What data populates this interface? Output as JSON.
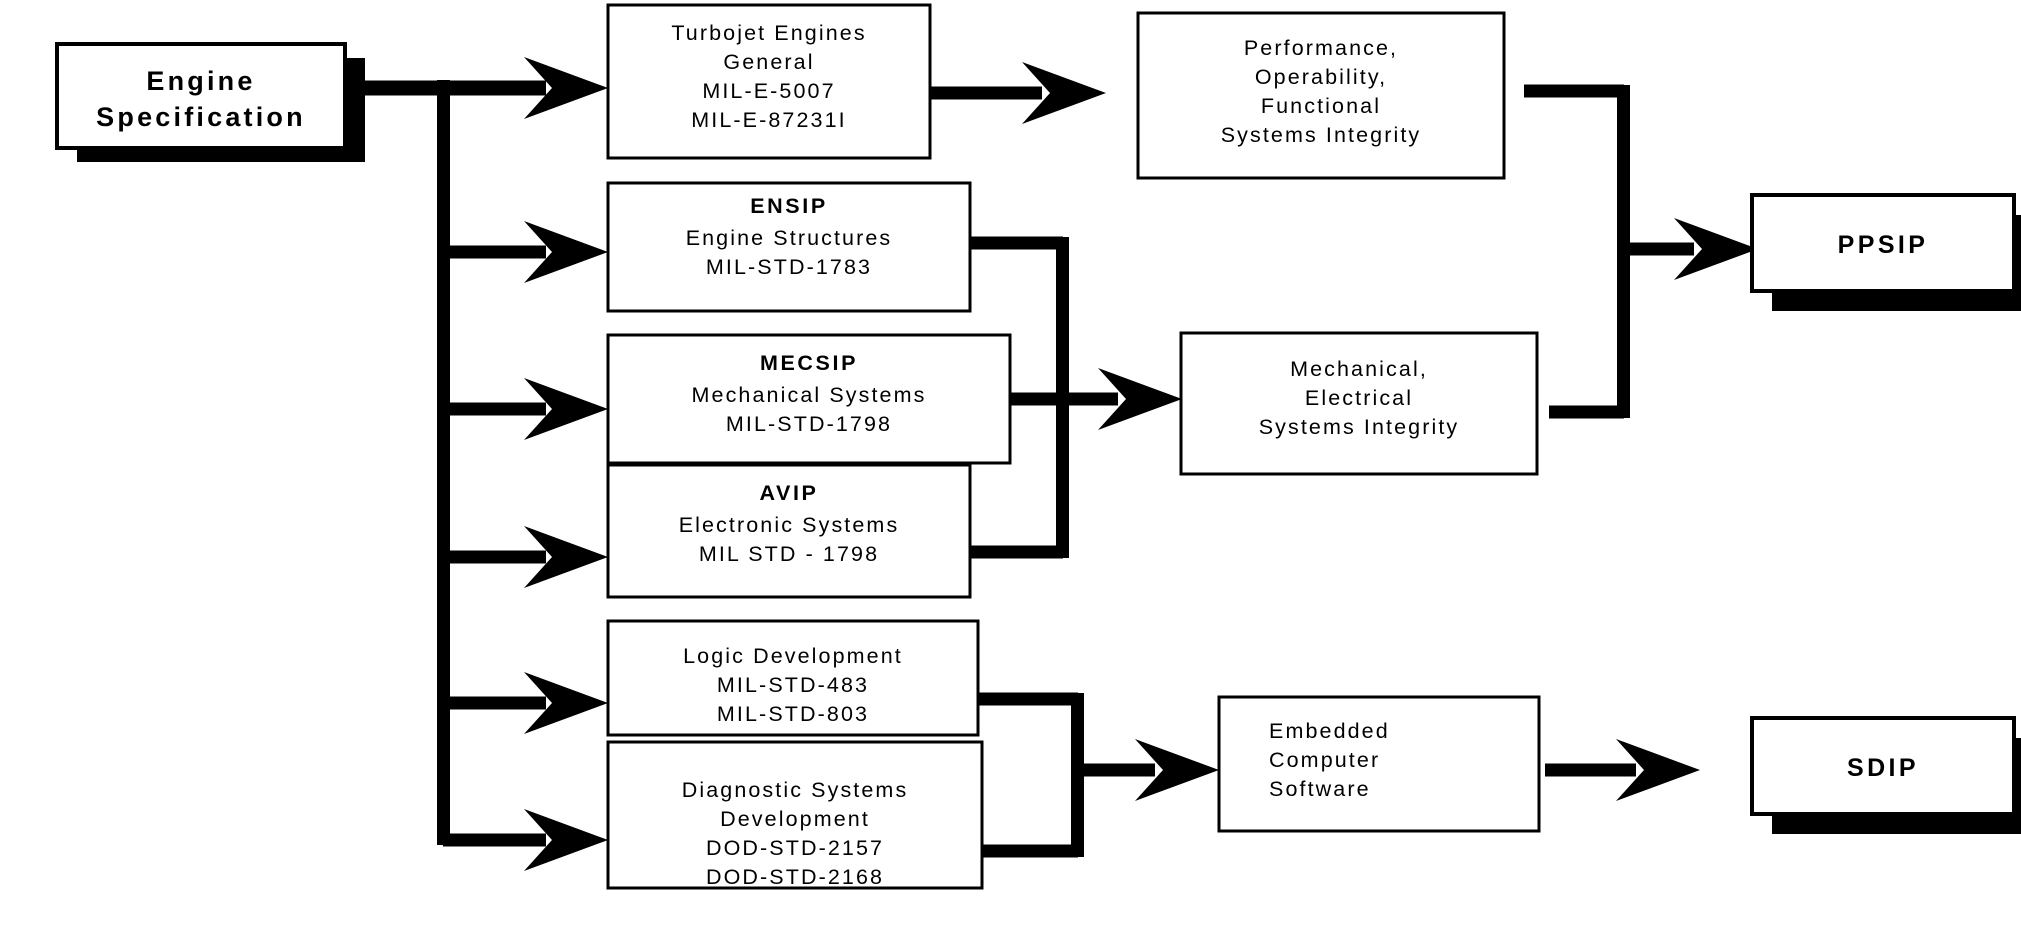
{
  "diagram": {
    "title": "Engine Specification flow to PPSIP and SDIP",
    "colors": {
      "line": "#000000",
      "box_fill": "#ffffff",
      "shadow": "#000000"
    },
    "source": {
      "id": "engine-specification",
      "lines": [
        "Engine",
        "Specification"
      ]
    },
    "process_boxes": [
      {
        "id": "turbojet-engines",
        "heading": "",
        "lines": [
          "Turbojet Engines",
          "General",
          "MIL-E-5007",
          "MIL-E-87231I"
        ]
      },
      {
        "id": "ensip",
        "heading": "ENSIP",
        "lines": [
          "Engine Structures",
          "MIL-STD-1783"
        ]
      },
      {
        "id": "mecsip",
        "heading": "MECSIP",
        "lines": [
          "Mechanical Systems",
          "MIL-STD-1798"
        ]
      },
      {
        "id": "avip",
        "heading": "AVIP",
        "lines": [
          "Electronic Systems",
          "MIL STD - 1798"
        ]
      },
      {
        "id": "logic-development",
        "heading": "",
        "lines": [
          "Logic Development",
          "MIL-STD-483",
          "MIL-STD-803"
        ]
      },
      {
        "id": "diagnostic-systems-development",
        "heading": "",
        "lines": [
          "Diagnostic Systems",
          "Development",
          "DOD-STD-2157",
          "DOD-STD-2168"
        ]
      }
    ],
    "integrity_boxes": [
      {
        "id": "performance-operability",
        "lines": [
          "Performance,",
          "Operability,",
          "Functional",
          "Systems Integrity"
        ]
      },
      {
        "id": "mechanical-electrical",
        "lines": [
          "Mechanical,",
          "Electrical",
          "Systems Integrity"
        ]
      },
      {
        "id": "embedded-computer-software",
        "lines": [
          "Embedded",
          "Computer",
          "Software"
        ]
      }
    ],
    "outputs": [
      {
        "id": "ppsip",
        "label": "PPSIP"
      },
      {
        "id": "sdip",
        "label": "SDIP"
      }
    ]
  }
}
